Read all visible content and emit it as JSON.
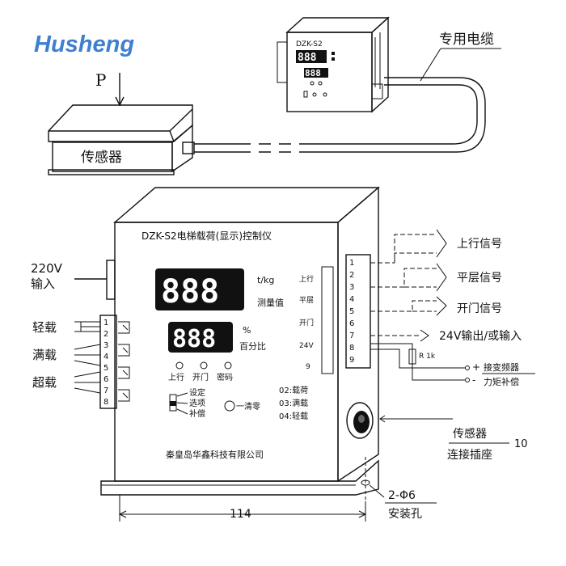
{
  "brand": {
    "logo": "Husheng"
  },
  "top": {
    "force_label": "P",
    "sensor_label": "传感器",
    "cable_label": "专用电缆",
    "small_unit_model": "DZK-S2",
    "small_display_1": "888",
    "small_display_2": "888"
  },
  "panel": {
    "title": "DZK-S2电梯载荷(显示)控制仪",
    "display_main": "888",
    "display_sub": "888",
    "unit_tkg": "t/kg",
    "unit_measure": "测量值",
    "unit_percent": "%",
    "unit_percent_label": "百分比",
    "led_labels": [
      "上行",
      "开门",
      "密码"
    ],
    "switch_labels": [
      "设定",
      "选项",
      "补偿"
    ],
    "clear_label": "一清零",
    "modes": [
      "02:载荷",
      "03:满载",
      "04:轻载"
    ],
    "company": "秦皇岛华鑫科技有限公司",
    "inner_labels": [
      "上行",
      "平层",
      "开门",
      "24V",
      "9"
    ]
  },
  "left_labels": {
    "power": [
      "220V",
      "输入"
    ],
    "relays": [
      "轻载",
      "满载",
      "超载"
    ],
    "left_terminals": [
      "1",
      "2",
      "3",
      "4",
      "5",
      "6",
      "7",
      "8"
    ]
  },
  "right_labels": {
    "signals": [
      "上行信号",
      "平层信号",
      "开门信号",
      "24V输出/或输入"
    ],
    "right_terminals": [
      "1",
      "2",
      "3",
      "4",
      "5",
      "6",
      "7",
      "8",
      "9"
    ],
    "resistor": "R 1k",
    "plus": "+",
    "minus": "-",
    "inverter": "接变频器",
    "torque": "力矩补偿",
    "sensor_socket": [
      "传感器",
      "连接插座"
    ],
    "socket_callout": "10",
    "mount_hole": [
      "2-Φ6",
      "安装孔"
    ],
    "width_dim": "114"
  }
}
